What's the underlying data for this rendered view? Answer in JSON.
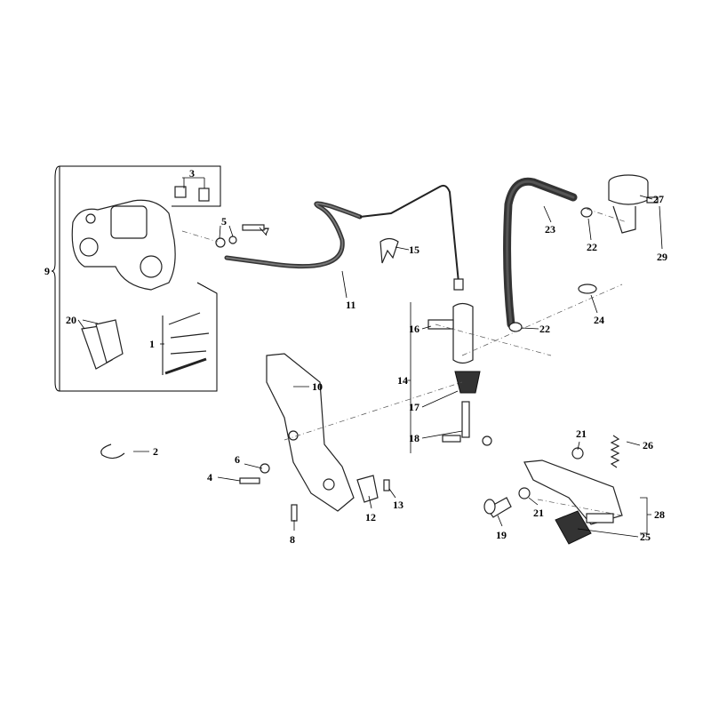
{
  "diagram": {
    "title": "Rear brake system exploded parts diagram",
    "callouts": {
      "c1": "1",
      "c2": "2",
      "c3": "3",
      "c4": "4",
      "c5": "5",
      "c6": "6",
      "c7": "7",
      "c8": "8",
      "c9": "9",
      "c10": "10",
      "c11": "11",
      "c12": "12",
      "c13": "13",
      "c14": "14",
      "c15": "15",
      "c16": "16",
      "c17": "17",
      "c18": "18",
      "c19": "19",
      "c20": "20",
      "c21a": "21",
      "c21b": "21",
      "c22a": "22",
      "c22b": "22",
      "c23": "23",
      "c24": "24",
      "c25": "25",
      "c26": "26",
      "c27": "27",
      "c28": "28",
      "c29": "29"
    }
  }
}
